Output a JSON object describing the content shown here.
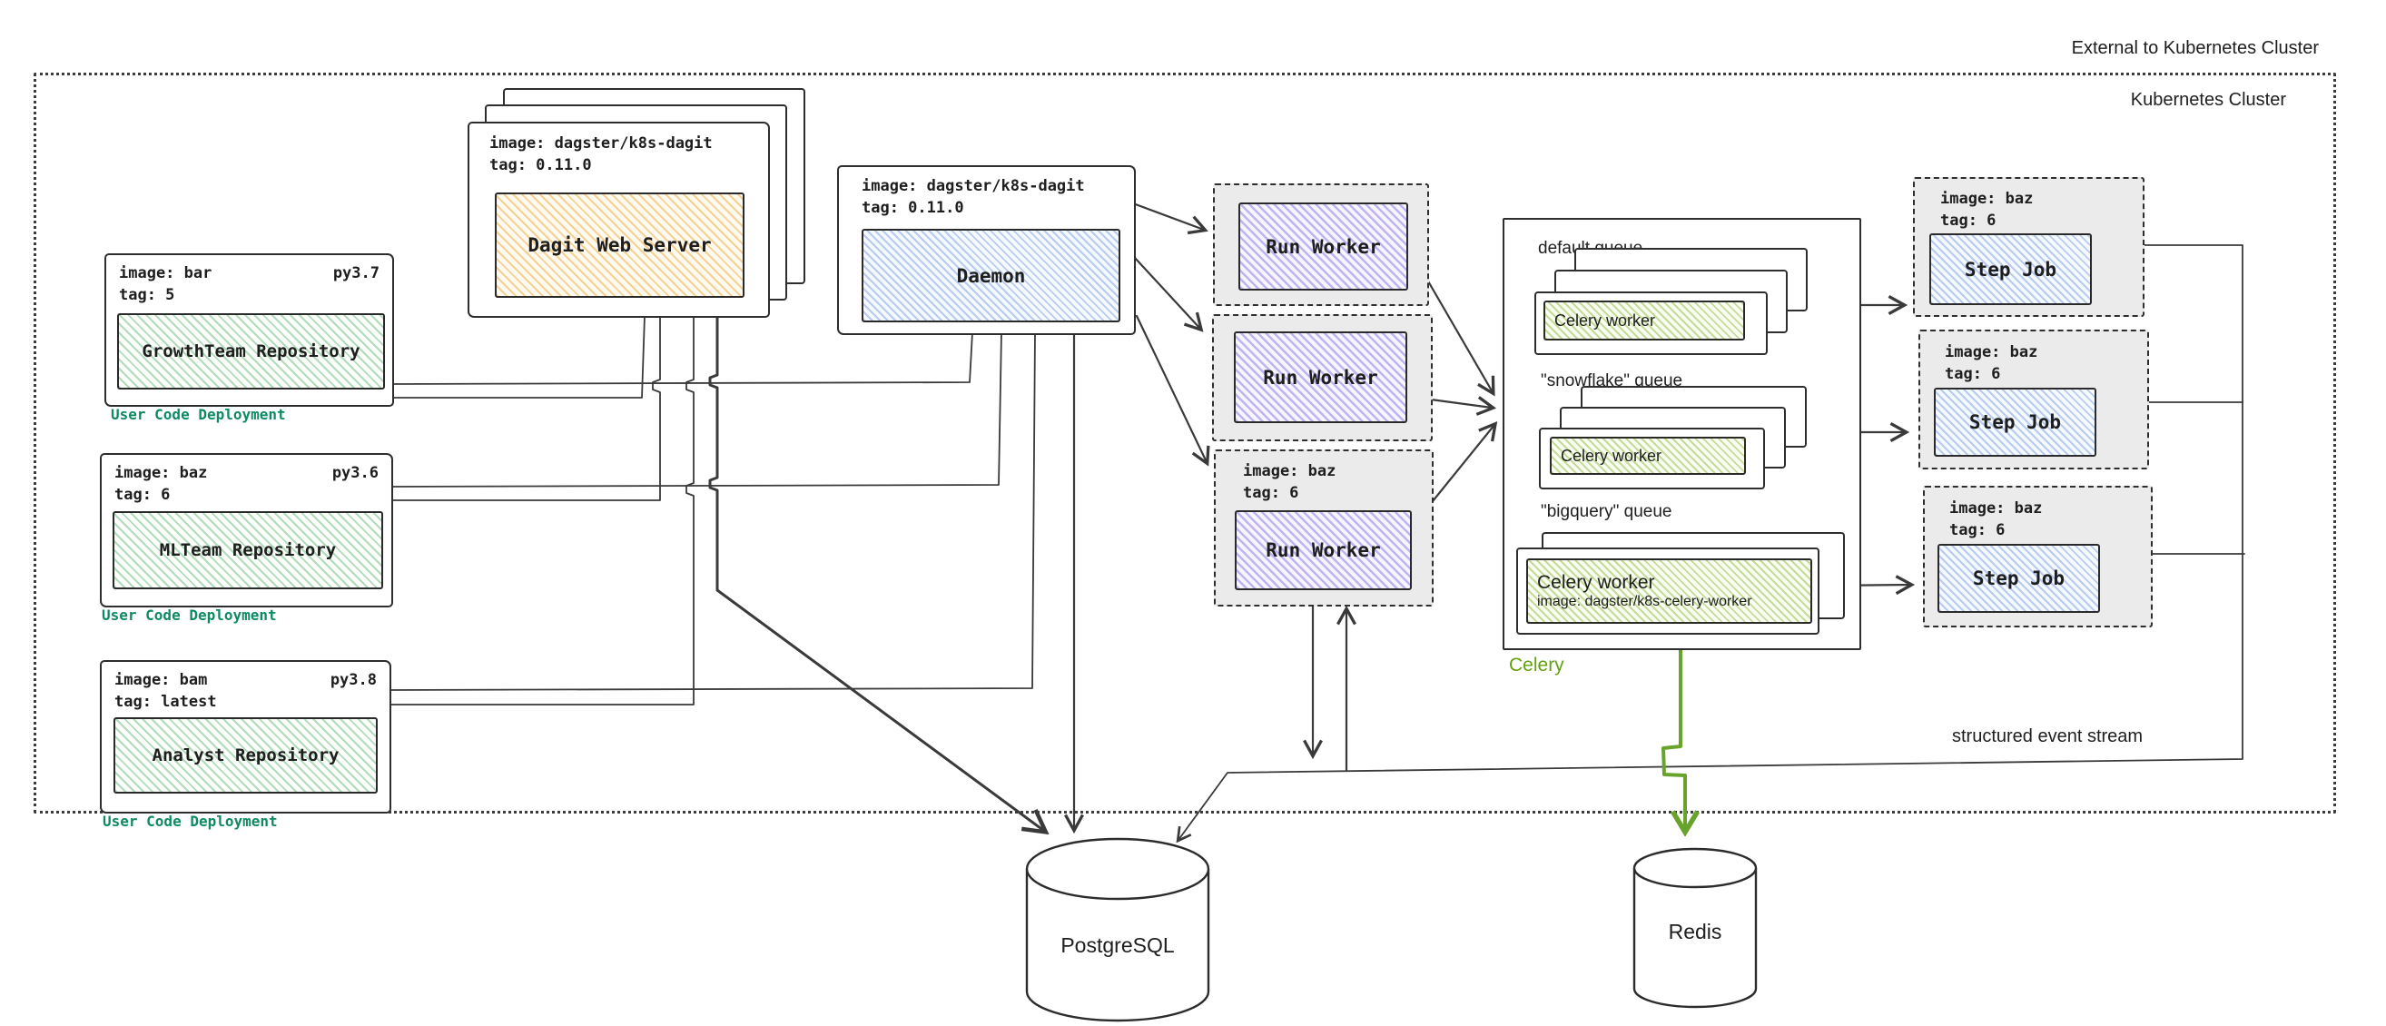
{
  "cluster": {
    "external_label": "External to Kubernetes Cluster",
    "internal_label": "Kubernetes Cluster"
  },
  "user_code_deployments": [
    {
      "image_line": "image: bar",
      "python_version": "py3.7",
      "tag_line": "tag: 5",
      "repository": "GrowthTeam Repository",
      "caption": "User Code Deployment"
    },
    {
      "image_line": "image: baz",
      "python_version": "py3.6",
      "tag_line": "tag: 6",
      "repository": "MLTeam Repository",
      "caption": "User Code Deployment"
    },
    {
      "image_line": "image: bam",
      "python_version": "py3.8",
      "tag_line": "tag: latest",
      "repository": "Analyst Repository",
      "caption": "User Code Deployment"
    }
  ],
  "dagit": {
    "image_line": "image: dagster/k8s-dagit",
    "tag_line": "tag: 0.11.0",
    "title": "Dagit Web Server"
  },
  "daemon": {
    "image_line": "image: dagster/k8s-dagit",
    "tag_line": "tag: 0.11.0",
    "title": "Daemon"
  },
  "run_workers": [
    {
      "title": "Run Worker"
    },
    {
      "title": "Run Worker"
    },
    {
      "title": "Run Worker",
      "image_line": "image: baz",
      "tag_line": "tag: 6"
    }
  ],
  "celery": {
    "caption": "Celery",
    "queues": [
      {
        "label": "default queue",
        "worker_label": "Celery worker"
      },
      {
        "label": "\"snowflake\" queue",
        "worker_label": "Celery worker"
      },
      {
        "label": "\"bigquery\" queue",
        "worker_label": "Celery worker",
        "worker_image_line": "image: dagster/k8s-celery-worker"
      }
    ]
  },
  "step_jobs": [
    {
      "image_line": "image: baz",
      "tag_line": "tag: 6",
      "title": "Step Job"
    },
    {
      "image_line": "image: baz",
      "tag_line": "tag: 6",
      "title": "Step Job"
    },
    {
      "image_line": "image: baz",
      "tag_line": "tag: 6",
      "title": "Step Job"
    }
  ],
  "databases": {
    "postgres": "PostgreSQL",
    "redis": "Redis"
  },
  "annotations": {
    "event_stream": "structured event stream"
  },
  "colors": {
    "line": "#3a3a3a",
    "green_accent": "#68a42c",
    "celery_label": "#63a10f",
    "user_code_caption": "#0e8a63",
    "pod_fill": "#ebebeb"
  }
}
